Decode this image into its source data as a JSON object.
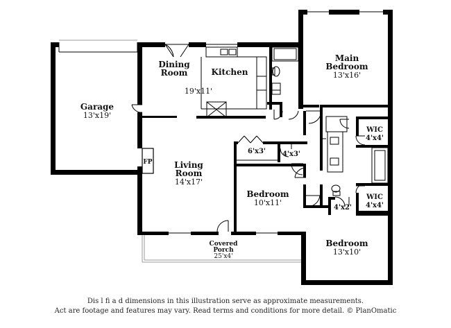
{
  "rooms": {
    "garage": {
      "name": "Garage",
      "dim": "13'x19'"
    },
    "dining": {
      "name_line1": "Dining",
      "name_line2": "Room"
    },
    "kitchen": {
      "name": "Kitchen",
      "dim": "19'x11'"
    },
    "main_bedroom": {
      "name_line1": "Main",
      "name_line2": "Bedroom",
      "dim": "13'x16'"
    },
    "wic_top": {
      "name": "WIC",
      "dim": "4'x4'"
    },
    "wic_bottom": {
      "name": "WIC",
      "dim": "4'x4'"
    },
    "closet_a": {
      "dim": "6'x3'"
    },
    "closet_b": {
      "dim": "4'x3'"
    },
    "closet_c": {
      "dim": "4'x2'"
    },
    "living": {
      "name_line1": "Living",
      "name_line2": "Room",
      "dim": "14'x17'"
    },
    "bedroom_mid": {
      "name": "Bedroom",
      "dim": "10'x11'"
    },
    "bedroom_right": {
      "name": "Bedroom",
      "dim": "13'x10'"
    },
    "porch": {
      "name_line1": "Covered",
      "name_line2": "Porch",
      "dim": "25'x4'"
    },
    "fireplace": {
      "name": "FP"
    }
  },
  "disclaimer": {
    "line1": "Dis  l  fi   a    d dimensions in this illustration serve as approximate measurements.",
    "line2": "Act     are footage and features may vary. Read terms and conditions for more detail. © PlanOmatic"
  }
}
